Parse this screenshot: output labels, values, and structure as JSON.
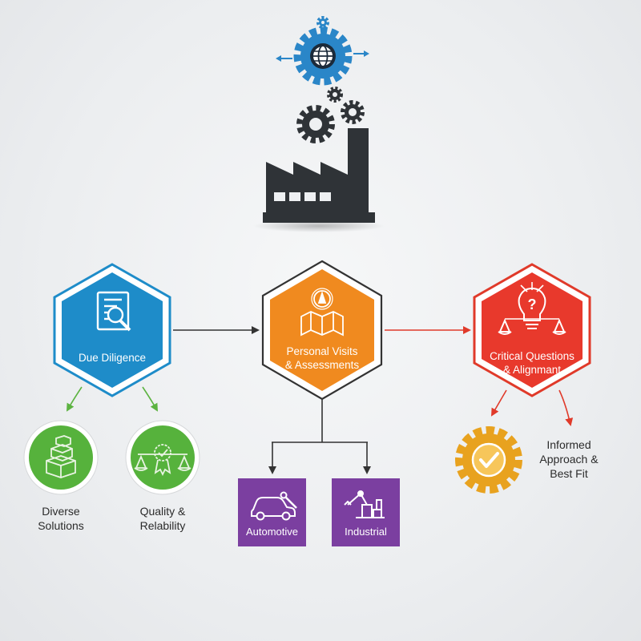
{
  "nodes": {
    "due_diligence": {
      "label": "Due Diligence",
      "color": "#1e8cc9"
    },
    "personal_visits": {
      "line1": "Personal Visits",
      "line2": "& Assessments",
      "color": "#f08a1f"
    },
    "critical_questions": {
      "line1": "Critical Questions",
      "line2": "& Alignmant",
      "color": "#e8392c"
    }
  },
  "outcomes": {
    "diverse_solutions": {
      "line1": "Diverse",
      "line2": "Solutions",
      "color": "#56b23c"
    },
    "quality_reliability": {
      "line1": "Quality &",
      "line2": "Relability",
      "color": "#56b23c"
    },
    "automotive": {
      "label": "Automotive",
      "color": "#7b3fa0"
    },
    "industrial": {
      "label": "Industrial",
      "color": "#7b3fa0"
    },
    "informed_fit": {
      "line1": "Informed",
      "line2": "Approach &",
      "line3": "Best Fit",
      "color": "#e8a21f"
    }
  },
  "icons": {
    "top": [
      "globe-gear-icon",
      "gears-icon",
      "factory-icon"
    ],
    "nodes": [
      "document-magnifier-icon",
      "map-compass-icon",
      "lightbulb-scales-icon"
    ],
    "outcomes": [
      "boxes-icon",
      "award-scales-icon",
      "car-wrench-icon",
      "robot-arm-icon",
      "gear-check-icon"
    ]
  }
}
